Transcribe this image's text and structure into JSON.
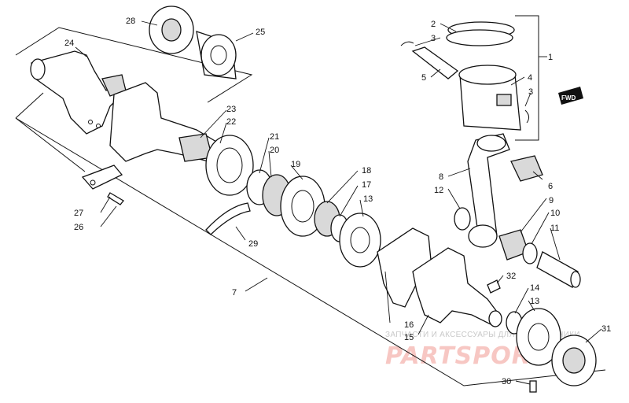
{
  "diagram": {
    "direction_tag": "FWD",
    "callouts": {
      "c1": "1",
      "c2": "2",
      "c3a": "3",
      "c3b": "3",
      "c4": "4",
      "c5": "5",
      "c6": "6",
      "c7": "7",
      "c8": "8",
      "c9": "9",
      "c10": "10",
      "c11": "11",
      "c12": "12",
      "c13a": "13",
      "c13b": "13",
      "c14": "14",
      "c15": "15",
      "c16": "16",
      "c17": "17",
      "c18": "18",
      "c19": "19",
      "c20": "20",
      "c21": "21",
      "c22": "22",
      "c23": "23",
      "c24": "24",
      "c25": "25",
      "c26": "26",
      "c27": "27",
      "c28": "28",
      "c29": "29",
      "c30": "30",
      "c31": "31",
      "c32": "32"
    }
  },
  "watermark": {
    "tagline": "ЗАПЧАСТИ И АКСЕССУАРЫ ДЛЯ МОТОТЕХНИКИ",
    "logo": "PARTSPOR.RU",
    "colors": {
      "logo": "#f7c7c3",
      "tagline": "#c9c9c9"
    }
  }
}
